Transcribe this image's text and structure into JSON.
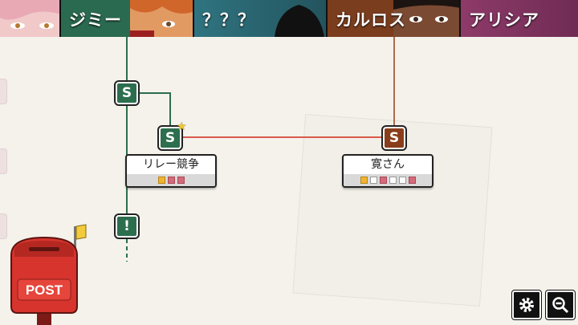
{
  "characters": [
    {
      "name": "",
      "bg": "#c9b0b3"
    },
    {
      "name": "ジミー",
      "bg": "#2a6a50"
    },
    {
      "name": "？？？",
      "bg": "#2f6f7c"
    },
    {
      "name": "カルロス",
      "bg": "#7a3d1d"
    },
    {
      "name": "アリシア",
      "bg": "#8e3a69"
    }
  ],
  "nodes": {
    "s1": {
      "label": "S"
    },
    "s2": {
      "label": "S"
    },
    "s3": {
      "label": "S"
    },
    "alert": {
      "label": "!"
    }
  },
  "cards": {
    "relay": {
      "title": "リレー競争",
      "progress": [
        "filled",
        "red",
        "red"
      ]
    },
    "hiro": {
      "title": "寛さん",
      "progress": [
        "filled",
        "empty",
        "red",
        "empty",
        "empty",
        "red"
      ]
    }
  },
  "postbox": {
    "label": "POST"
  },
  "colors": {
    "green_line": "#2c6e4e",
    "red_line": "#d95a4c",
    "brown_line": "#b06a4b"
  },
  "icons": [
    "gear-icon",
    "zoom-out-icon",
    "star-icon",
    "flag-icon"
  ]
}
